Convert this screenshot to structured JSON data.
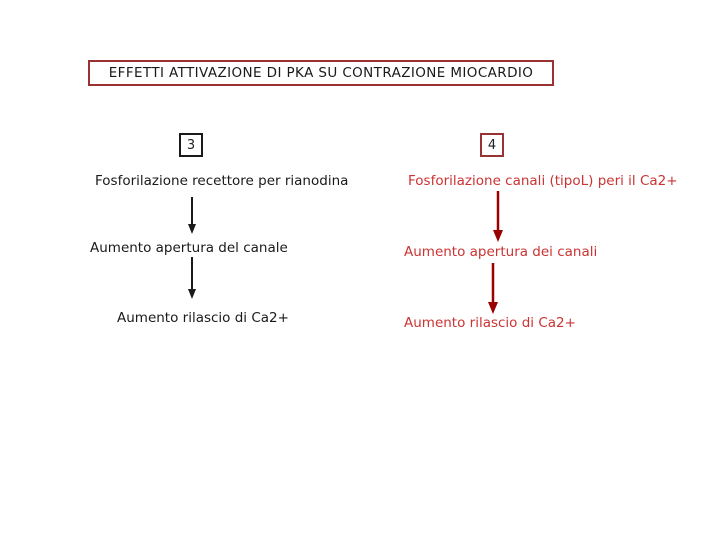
{
  "slide": {
    "title": "EFFETTI ATTIVAZIONE DI PKA SU CONTRAZIONE MIOCARDIO"
  },
  "left_flow": {
    "number": "3",
    "steps": [
      "Fosforilazione recettore per rianodina",
      "Aumento apertura del canale",
      "Aumento rilascio di Ca2+"
    ],
    "text_color": "#1a1a1a",
    "arrow_color": "#1a1a1a",
    "number_box_border": "#1a1a1a"
  },
  "right_flow": {
    "number": "4",
    "steps": [
      "Fosforilazione canali (tipoL) peri il Ca2+",
      "Aumento apertura dei canali",
      "Aumento rilascio di Ca2+"
    ],
    "text_color": "#cc3333",
    "arrow_color": "#990000",
    "number_box_border": "#993333"
  },
  "colors": {
    "background": "#ffffff",
    "title_border": "#993333",
    "title_text": "#1a1a1a"
  }
}
